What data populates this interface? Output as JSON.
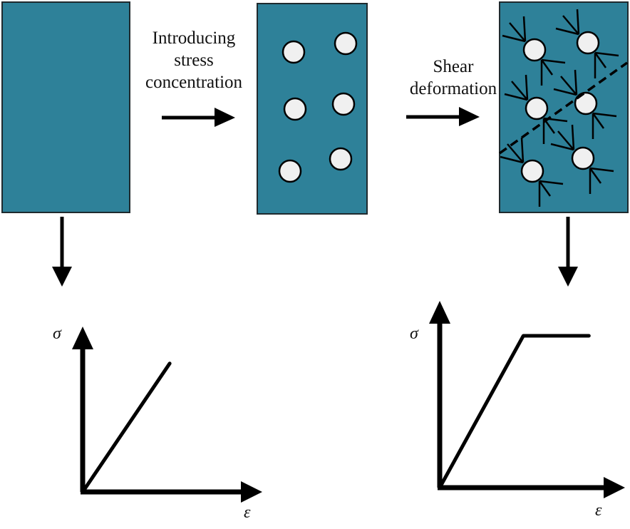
{
  "colors": {
    "matrix": "#2e8199",
    "matrix_border": "#1f2a2e",
    "particle": "#f0f0f0",
    "ink": "#000000"
  },
  "steps": [
    {
      "id": "pure-matrix",
      "particles": 0,
      "stress_lines": false
    },
    {
      "id": "with-particles",
      "particles": 6,
      "stress_lines": false
    },
    {
      "id": "shear-deformed",
      "particles": 6,
      "stress_lines": true,
      "shear_band": true
    }
  ],
  "transitions": [
    {
      "label_lines": [
        "Introducing",
        "stress",
        "concentration"
      ]
    },
    {
      "label_lines": [
        "Shear",
        "deformation"
      ]
    }
  ],
  "chart_data": [
    {
      "type": "line",
      "title": "",
      "xlabel": "ε",
      "ylabel": "σ",
      "description": "Linear elastic, brittle behaviour",
      "series": [
        {
          "name": "stress-strain",
          "x": [
            0,
            0.55
          ],
          "y": [
            0,
            0.85
          ]
        }
      ],
      "xlim": [
        0,
        1
      ],
      "ylim": [
        0,
        1
      ],
      "grid": false
    },
    {
      "type": "line",
      "title": "",
      "xlabel": "ε",
      "ylabel": "σ",
      "description": "Linear elastic then plastic plateau (yielding)",
      "series": [
        {
          "name": "stress-strain",
          "x": [
            0,
            0.51,
            0.91
          ],
          "y": [
            0,
            0.88,
            0.88
          ]
        }
      ],
      "xlim": [
        0,
        1
      ],
      "ylim": [
        0,
        1
      ],
      "grid": false
    }
  ]
}
